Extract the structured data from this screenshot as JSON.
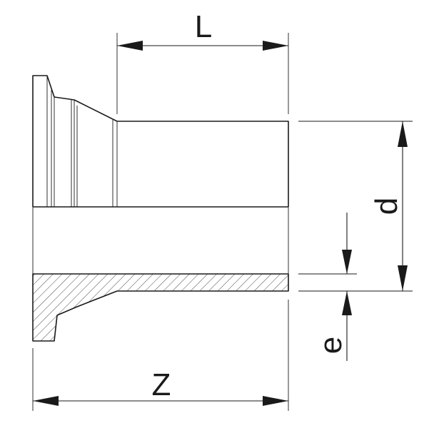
{
  "dimensions": {
    "L": "L",
    "d": "d",
    "e": "e",
    "Z": "Z"
  },
  "colors": {
    "stroke": "#1a1a1a",
    "background": "#ffffff"
  }
}
